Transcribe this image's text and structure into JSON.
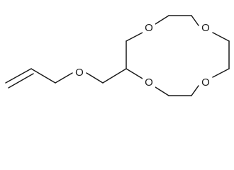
{
  "structure": {
    "atoms": {
      "o1": "O",
      "o2": "O",
      "o3": "O",
      "o4": "O",
      "o5": "O"
    }
  }
}
